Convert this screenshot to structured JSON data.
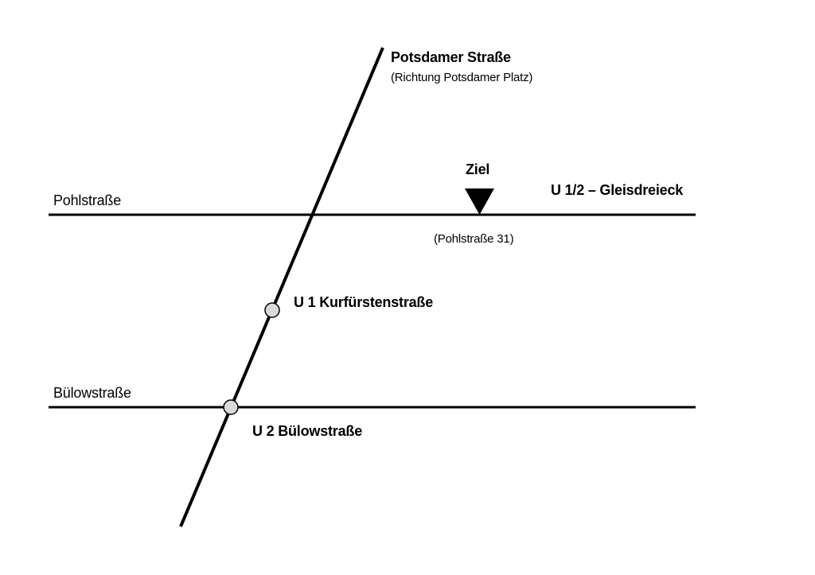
{
  "streets": {
    "potsdamer": {
      "name": "Potsdamer Straße",
      "note": "(Richtung Potsdamer Platz)"
    },
    "pohl": {
      "name": "Pohlstraße"
    },
    "buelow": {
      "name": "Bülowstraße"
    }
  },
  "stations": {
    "u1": {
      "name": "U 1 Kurfürstenstraße"
    },
    "u2": {
      "name": "U 2 Bülowstraße"
    },
    "gleisdreieck": {
      "name": "U 1/2 – Gleisdreieck"
    }
  },
  "destination": {
    "label": "Ziel",
    "address": "(Pohlstraße 31)"
  },
  "colors": {
    "line": "#000000",
    "station_fill": "#d9d9d9",
    "marker": "#000000",
    "background": "#ffffff"
  }
}
